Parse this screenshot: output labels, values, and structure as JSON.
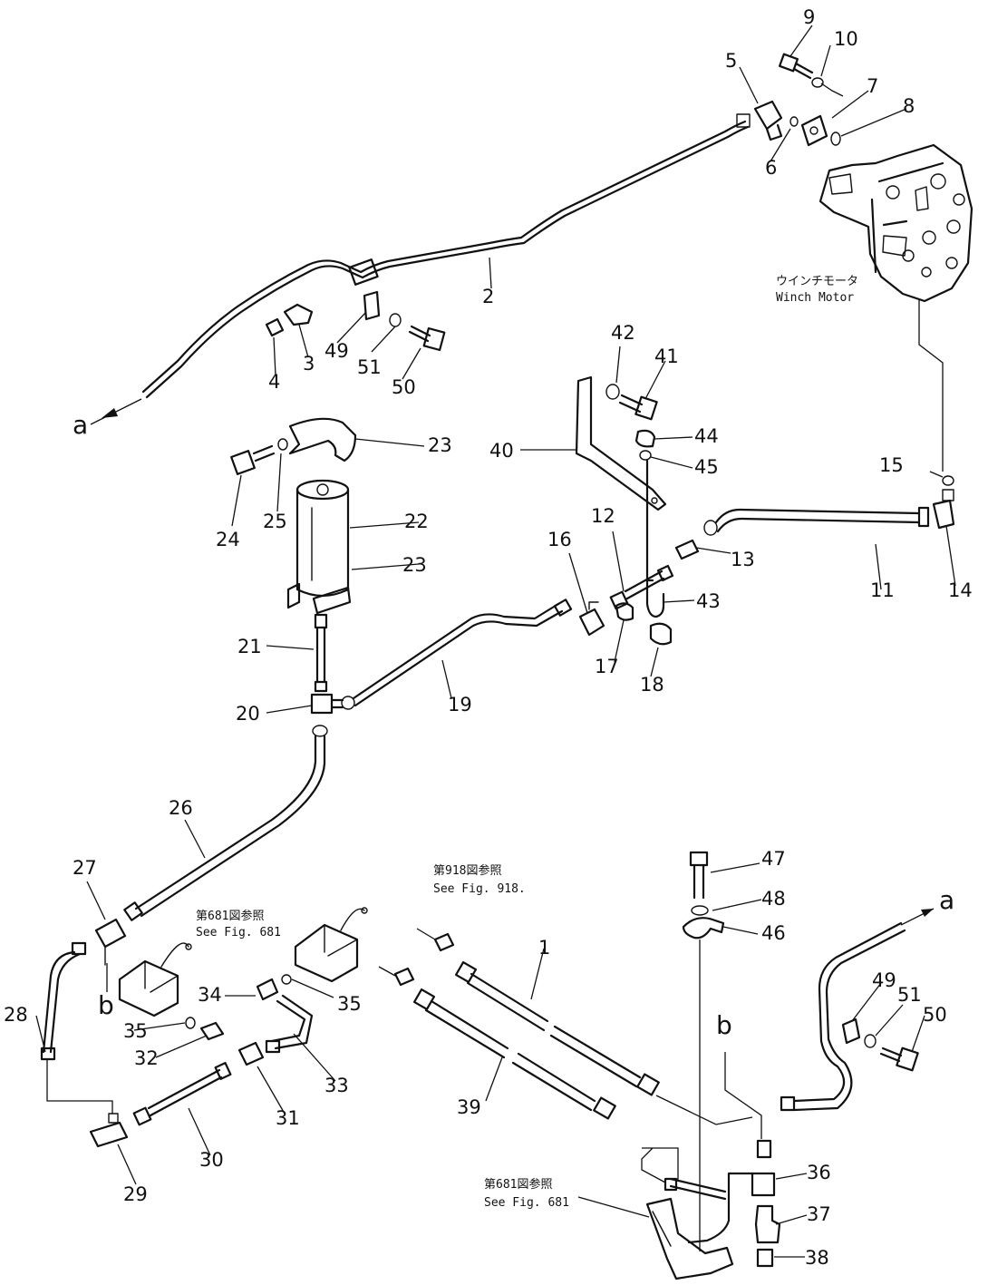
{
  "parts": [
    "1",
    "2",
    "3",
    "4",
    "5",
    "6",
    "7",
    "8",
    "9",
    "10",
    "11",
    "12",
    "13",
    "14",
    "15",
    "16",
    "17",
    "18",
    "19",
    "20",
    "21",
    "22",
    "23",
    "24",
    "25",
    "26",
    "27",
    "28",
    "29",
    "30",
    "31",
    "32",
    "33",
    "34",
    "35",
    "36",
    "37",
    "38",
    "39",
    "40",
    "41",
    "42",
    "43",
    "44",
    "45",
    "46",
    "47",
    "48",
    "49",
    "50",
    "51"
  ],
  "connectors": {
    "a": "a",
    "b": "b"
  },
  "winch_motor": {
    "jp": "ウインチモータ",
    "en": "Winch Motor"
  },
  "references": {
    "fig918": {
      "jp": "第918図参照",
      "en": "See Fig. 918."
    },
    "fig681_top": {
      "jp": "第681図参照",
      "en": "See Fig. 681"
    },
    "fig681_bottom": {
      "jp": "第681図参照",
      "en": "See Fig. 681"
    }
  }
}
